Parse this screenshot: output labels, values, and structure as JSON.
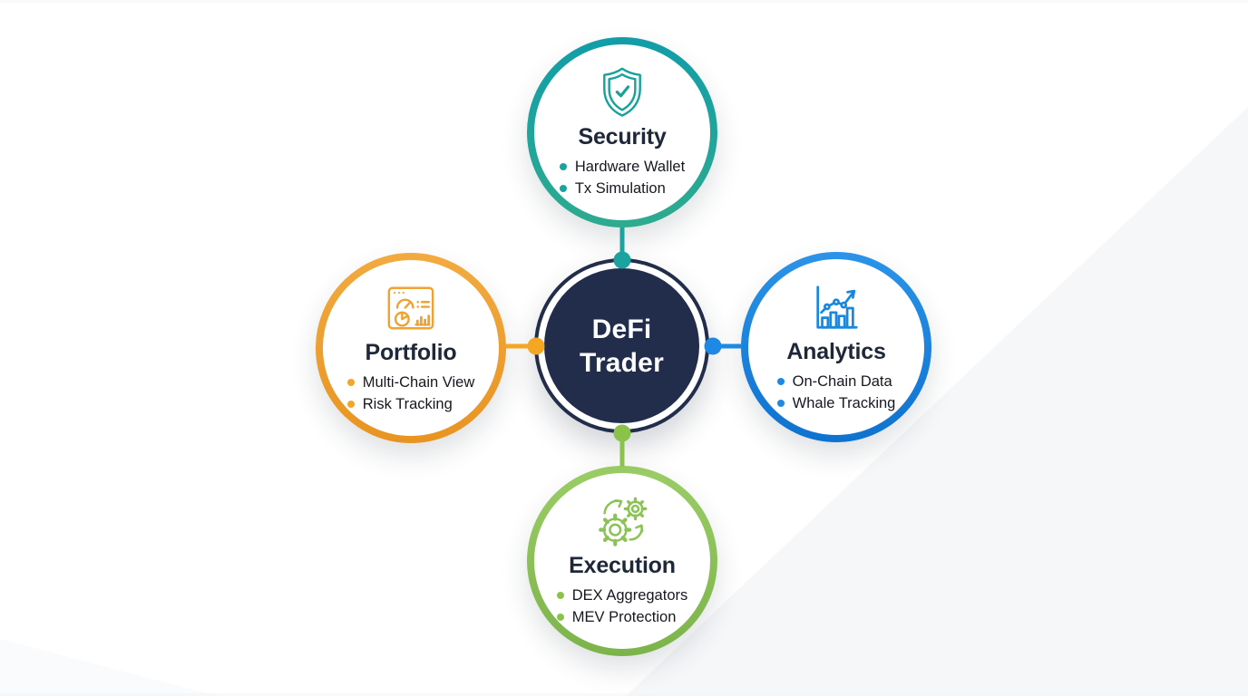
{
  "diagram": {
    "title": "DeFi Trader",
    "center": {
      "line1": "DeFi",
      "line2": "Trader",
      "bg_color": "#222C4B",
      "text_color": "#FFFFFF"
    },
    "nodes": [
      {
        "id": "security",
        "position": "top",
        "title": "Security",
        "icon": "shield-check-icon",
        "accent_color": "#18A29C",
        "items": [
          "Hardware Wallet",
          "Tx Simulation"
        ]
      },
      {
        "id": "portfolio",
        "position": "left",
        "title": "Portfolio",
        "icon": "dashboard-icon",
        "accent_color": "#F0A232",
        "items": [
          "Multi-Chain View",
          "Risk Tracking"
        ]
      },
      {
        "id": "analytics",
        "position": "right",
        "title": "Analytics",
        "icon": "growth-chart-icon",
        "accent_color": "#1787E0",
        "items": [
          "On-Chain Data",
          "Whale Tracking"
        ]
      },
      {
        "id": "execution",
        "position": "bottom",
        "title": "Execution",
        "icon": "gears-sync-icon",
        "accent_color": "#8CC356",
        "items": [
          "DEX Aggregators",
          "MEV Protection"
        ]
      }
    ]
  }
}
